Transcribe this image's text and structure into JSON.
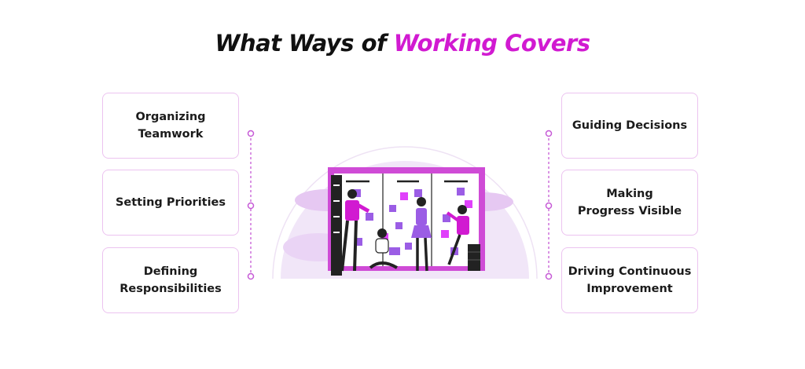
{
  "title": {
    "part1": "What Ways of ",
    "part2": "Working Covers"
  },
  "left_items": [
    {
      "label": "Organizing\nTeamwork"
    },
    {
      "label": "Setting Priorities"
    },
    {
      "label": "Defining\nResponsibilities"
    }
  ],
  "right_items": [
    {
      "label": "Guiding Decisions"
    },
    {
      "label": "Making\nProgress Visible"
    },
    {
      "label": "Driving Continuous\nImprovement"
    }
  ],
  "colors": {
    "accent": "#d11ad1",
    "card_border": "#ecc3f0",
    "connector": "#c65ad6",
    "illustration_bg": "#f1e6f8",
    "board": "#cf4bd6",
    "sticky_purple": "#9b5de5",
    "sticky_pink": "#e040fb"
  },
  "icons": [
    "dotted-connector-left",
    "dotted-connector-right",
    "team-board-illustration"
  ]
}
